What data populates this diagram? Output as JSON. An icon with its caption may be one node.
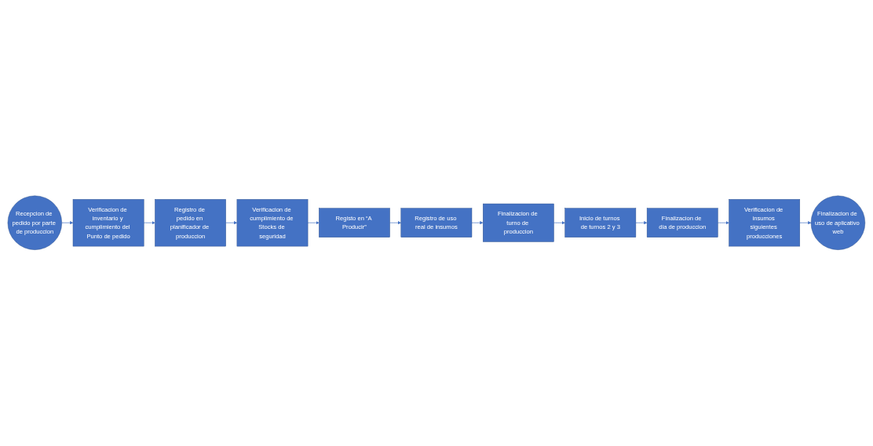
{
  "diagram": {
    "nodes": [
      {
        "text": [
          "Recepcion de pedido por parte de produccion"
        ]
      },
      {
        "text": [
          "Verificacion de inventario y cumplimiento del Punto de pedido"
        ]
      },
      {
        "text": [
          "Registro de pedido en planificador de produccion"
        ]
      },
      {
        "text": [
          "Verificacion de cumplimiento de Stocks de seguridad"
        ]
      },
      {
        "text": [
          "Registo en “A Producir”"
        ]
      },
      {
        "text": [
          "Registro de uso real de insumos"
        ]
      },
      {
        "text": [
          "Finalizacion de turno de produccion"
        ]
      },
      {
        "text": [
          "Inicio de turnos de turnos 2 y 3"
        ]
      },
      {
        "text": [
          "Finalizacion de dia de produccion"
        ]
      },
      {
        "text": [
          "Verificacion de insumos siguientes producciones"
        ]
      },
      {
        "text": [
          "Finalizacion de uso de aplicativo web"
        ]
      }
    ],
    "edges": [
      {
        "from": 0,
        "to": 1,
        "arrow": "to"
      },
      {
        "from": 1,
        "to": 2,
        "arrow": "to"
      },
      {
        "from": 2,
        "to": 3,
        "arrow": "to"
      },
      {
        "from": 3,
        "to": 4,
        "arrow": "to"
      },
      {
        "from": 4,
        "to": 5,
        "arrow": "to"
      },
      {
        "from": 5,
        "to": 6,
        "arrow": "to"
      },
      {
        "from": 6,
        "to": 7,
        "arrow": "to"
      },
      {
        "from": 7,
        "to": 8,
        "arrow": "to"
      },
      {
        "from": 8,
        "to": 9,
        "arrow": "to"
      },
      {
        "from": 9,
        "to": 10,
        "arrow": "to"
      }
    ]
  }
}
